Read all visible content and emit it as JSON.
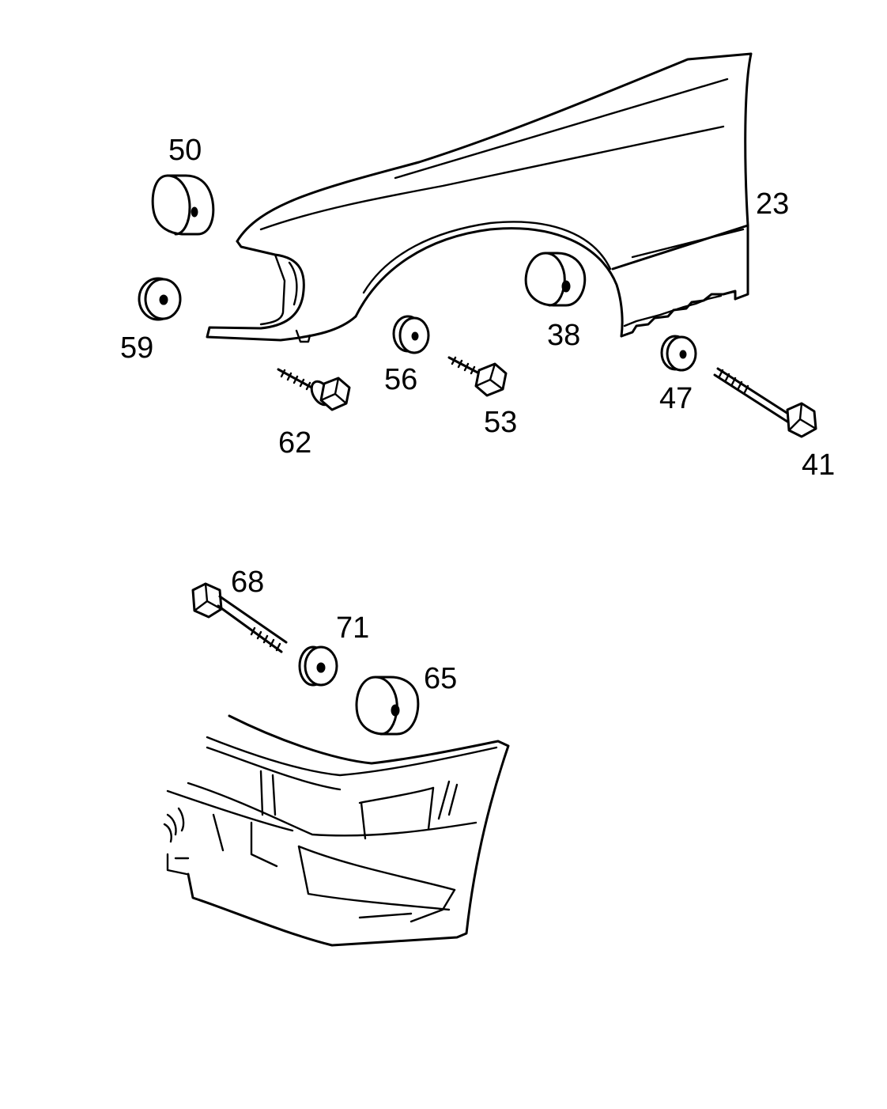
{
  "colors": {
    "background": "#ffffff",
    "line": "#000000"
  },
  "parts": [
    {
      "id": "p23",
      "label": "23",
      "icon": "fender-icon"
    },
    {
      "id": "p50",
      "label": "50",
      "icon": "rubber-buffer-icon"
    },
    {
      "id": "p59",
      "label": "59",
      "icon": "washer-icon"
    },
    {
      "id": "p38",
      "label": "38",
      "icon": "rubber-buffer-icon"
    },
    {
      "id": "p56",
      "label": "56",
      "icon": "washer-icon"
    },
    {
      "id": "p62",
      "label": "62",
      "icon": "screw-icon"
    },
    {
      "id": "p53",
      "label": "53",
      "icon": "screw-icon"
    },
    {
      "id": "p47",
      "label": "47",
      "icon": "washer-icon"
    },
    {
      "id": "p41",
      "label": "41",
      "icon": "bolt-icon"
    },
    {
      "id": "p68",
      "label": "68",
      "icon": "bolt-icon"
    },
    {
      "id": "p71",
      "label": "71",
      "icon": "washer-icon"
    },
    {
      "id": "p65",
      "label": "65",
      "icon": "rubber-buffer-icon"
    },
    {
      "id": "bumper",
      "label": "",
      "icon": "front-bumper-icon"
    }
  ]
}
